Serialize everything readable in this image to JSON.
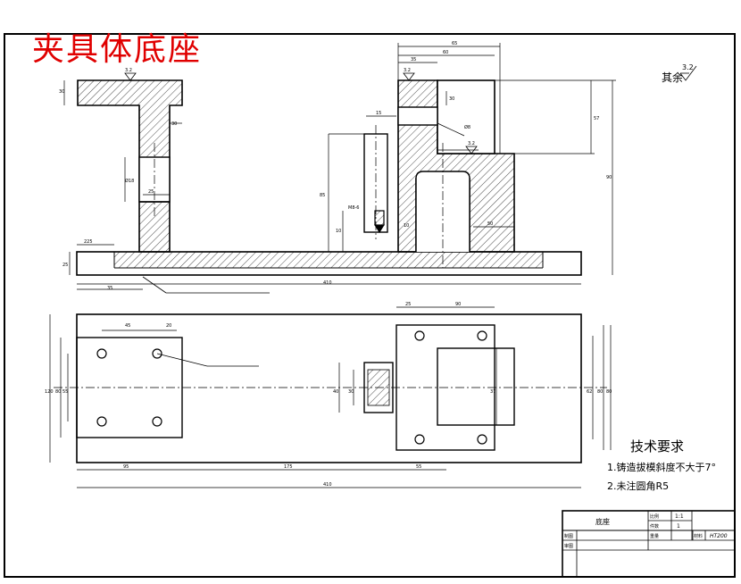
{
  "drawing": {
    "title": "夹具体底座",
    "surface_note": "其余",
    "roughness_rest": "3.2"
  },
  "technical_requirements": {
    "heading": "技术要求",
    "items": [
      "1.铸造拔模斜度不大于7°",
      "2.未注圆角R5"
    ]
  },
  "title_block": {
    "part_name": "底座",
    "scale_label": "比例",
    "scale_value": "1:1",
    "qty_label": "件数",
    "qty_value": "1",
    "material_label": "材料",
    "material_value": "HT200",
    "draw_label": "制图",
    "weight_label": "重量",
    "check_label": "审图"
  },
  "front_view": {
    "dims": {
      "top_width": "65",
      "upper_width": "60",
      "small_width": "35",
      "left_height": "30",
      "right_height": "57",
      "total_height": "90",
      "slot_height": "30",
      "col_width": "30",
      "bore_dia": "Ø18",
      "small_dim": "25",
      "pin_len": "15",
      "pin_height": "85",
      "thread": "M8-6",
      "thread_depth": "10",
      "base_h": "25",
      "base_w": "225",
      "left_off": "35",
      "total_len": "410",
      "hole_dia": "Ø8",
      "gap": "10",
      "right_w": "50"
    },
    "roughness": [
      "3.2",
      "3.2",
      "3.2"
    ]
  },
  "top_view": {
    "dims": {
      "hole_sp1": "45",
      "hole_sp2": "20",
      "right_sp1": "25",
      "right_sp2": "90",
      "left_offset": "95",
      "mid_len": "175",
      "right_offset": "55",
      "overall": "410",
      "width": "120",
      "w_inner": "80",
      "w_hole": "55",
      "r_mid": "37",
      "r_hole": "62",
      "r_outer": "80",
      "r_total": "80",
      "block_h": "40",
      "block_w": "30"
    }
  }
}
